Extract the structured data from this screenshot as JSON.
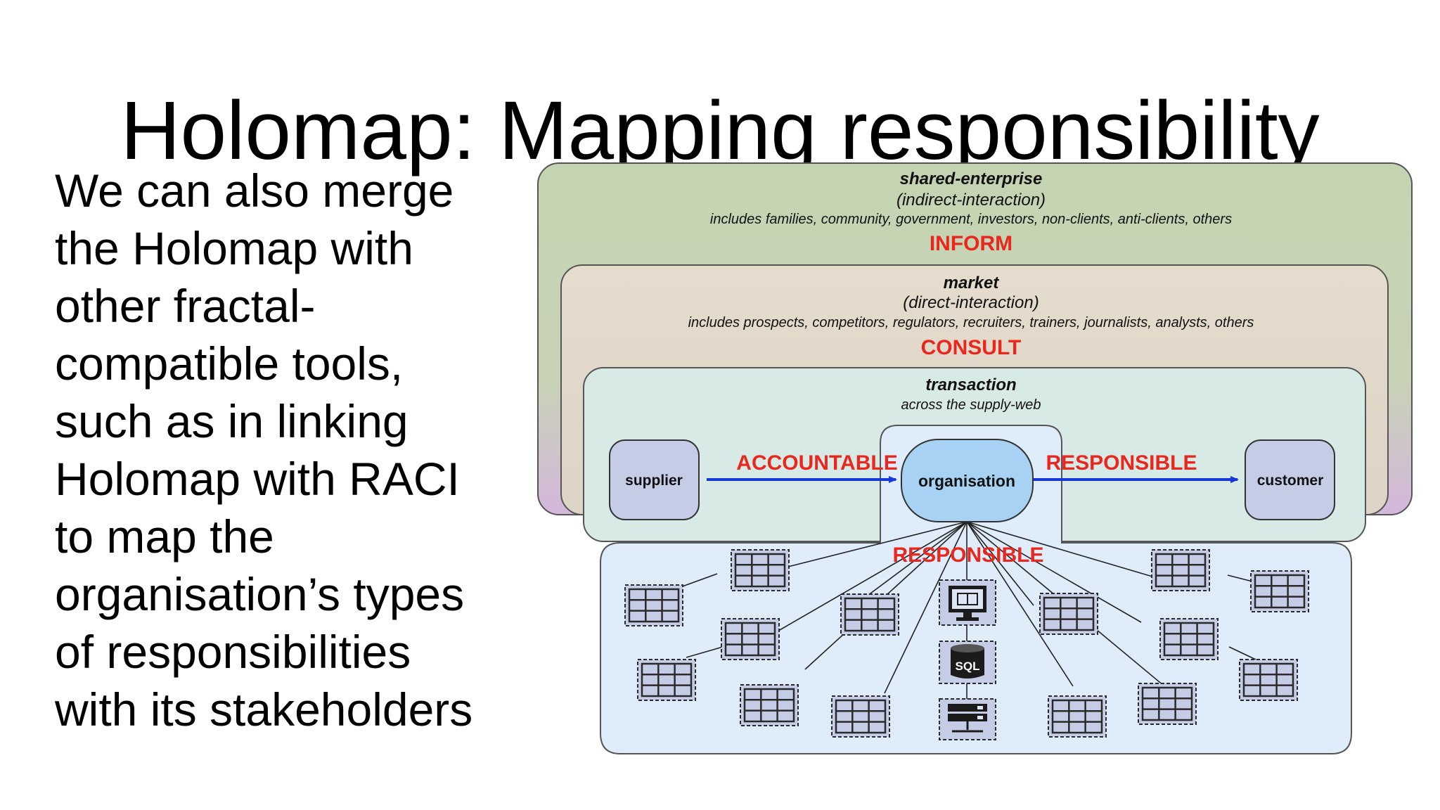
{
  "slide": {
    "title": "Holomap: Mapping responsibility",
    "body_lines": [
      "We can also merge",
      "the Holomap with",
      "other fractal-",
      "compatible tools,",
      "such as in linking",
      "Holomap with RACI",
      "to map the",
      "organisation’s types",
      "of responsibilities",
      "with its stakeholders"
    ]
  },
  "diagram": {
    "colors": {
      "shared_enterprise_fill": "#c4d4b2",
      "market_fill": "#e6dccd",
      "transaction_fill": "#d8eae6",
      "internal_fill": "#deedf9",
      "node_fill": "#c5cde6",
      "org_fill": "#a7d2f4",
      "raci_red": "#e8281e",
      "arrow_blue": "#1738d8"
    },
    "layers": {
      "shared_enterprise": {
        "title": "shared-enterprise",
        "subtitle": "(indirect-interaction)",
        "includes": "includes families, community, government, investors, non-clients, anti-clients, others",
        "raci": "INFORM"
      },
      "market": {
        "title": "market",
        "subtitle": "(direct-interaction)",
        "includes": "includes prospects, competitors, regulators, recruiters, trainers, journalists, analysts, others",
        "raci": "CONSULT"
      },
      "transaction": {
        "title": "transaction",
        "subtitle": "across the supply-web"
      }
    },
    "nodes": {
      "supplier": "supplier",
      "organisation": "organisation",
      "customer": "customer"
    },
    "labels": {
      "accountable": "ACCOUNTABLE",
      "responsible_right": "RESPONSIBLE",
      "responsible_internal": "RESPONSIBLE"
    },
    "icons": {
      "grid": "table-grid-icon",
      "monitor": "monitor-icon",
      "database": "sql-database-icon",
      "database_label": "SQL",
      "server": "server-rack-icon"
    }
  }
}
